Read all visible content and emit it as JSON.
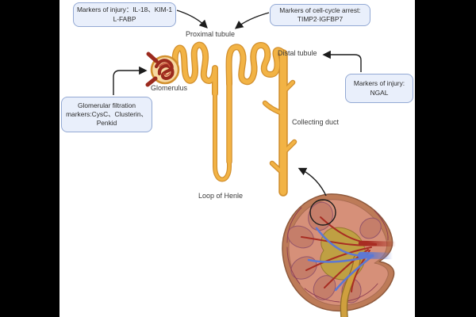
{
  "panel": {
    "background": "#ffffff",
    "frame_color": "#000000"
  },
  "callouts": [
    {
      "name": "markers-of-injury-proximal",
      "lines": [
        "Markers of injury：IL-18、KIM-1",
        "L-FABP"
      ]
    },
    {
      "name": "markers-of-cell-cycle-arrest",
      "lines": [
        "Markers of cell-cycle arrest:",
        "TIMP2·IGFBP7"
      ]
    },
    {
      "name": "glomerular-filtration-markers",
      "lines": [
        "Glomerular filtration",
        "markers:CysC、Clusterin、",
        "Penkid"
      ]
    },
    {
      "name": "markers-of-injury-distal",
      "lines": [
        "Markers of injury:",
        "NGAL"
      ]
    }
  ],
  "labels": {
    "proximal_tubule": "Proximal tubule",
    "distal_tubule": "Distal tubule",
    "glomerulus": "Glomerulus",
    "collecting_duct": "Collecting duct",
    "loop_of_henle": "Loop of Henle"
  },
  "colors": {
    "callout_fill": "#e9effb",
    "callout_border": "#93a9d4",
    "tubule_fill": "#f2b345",
    "tubule_outline": "#d2902f",
    "capsule_fill": "#f7d9a1",
    "glomerulus_red": "#9b2a1e",
    "kidney_capsule": "#bd7b58",
    "kidney_cortex": "#d69079",
    "kidney_pyramid": "#c57e6a",
    "renal_pelvis": "#bfa043",
    "artery_red": "#a82c22",
    "vein_blue": "#5d78d2",
    "ureter_gold": "#cfa03e",
    "arrow_black": "#1c1c1c",
    "text": "#2b2b2b"
  }
}
